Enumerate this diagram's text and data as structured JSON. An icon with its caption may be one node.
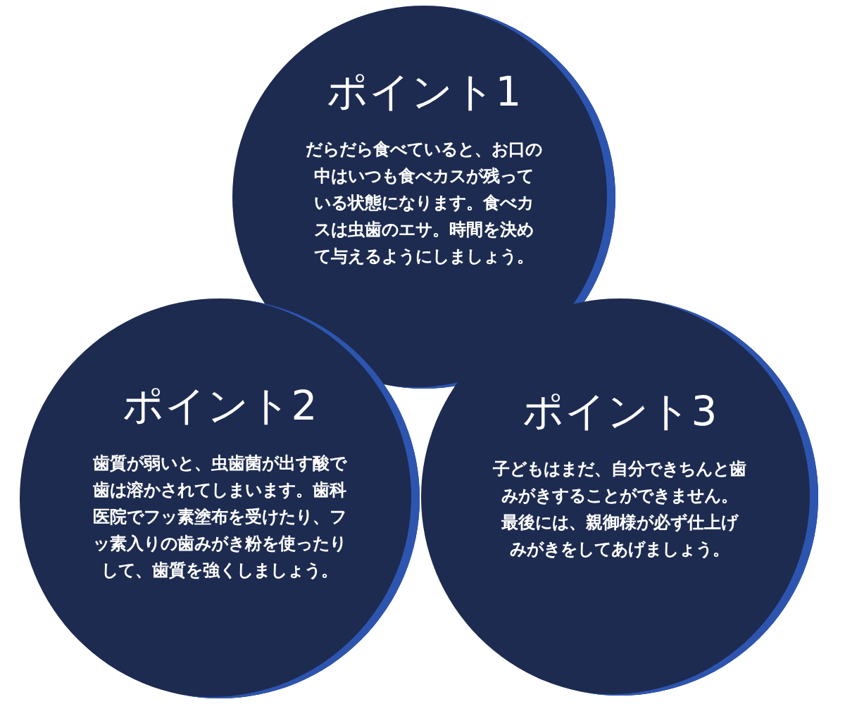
{
  "diagram": {
    "nodes": [
      {
        "text": [
          "ポイント1",
          "だらだら食べていると、お口の中はいつも食べカスが残っている状態になります。食べカスは虫歯のエサ。時間を決めて与えるようにしましょう。"
        ]
      },
      {
        "text": [
          "ポイント2",
          "歯質が弱いと、虫歯菌が出す酸で歯は溶かされてしまいます。歯科医院でフッ素塗布を受けたり、フッ素入りの歯みがき粉を使ったりして、歯質を強くしましょう。"
        ]
      },
      {
        "text": [
          "ポイント3",
          "子どもはまだ、自分できちんと歯みがきすることができません。最後には、親御様が必ず仕上げみがきをしてあげましょう。"
        ]
      }
    ]
  }
}
